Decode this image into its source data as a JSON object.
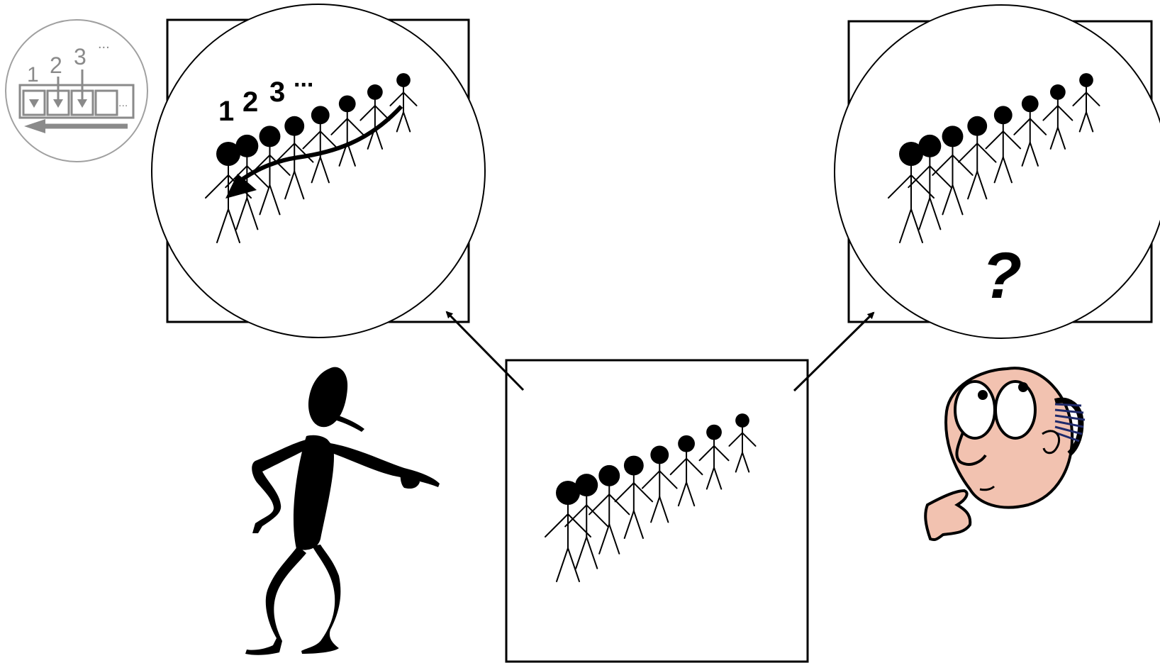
{
  "icon": {
    "name": "counting-queue-icon",
    "labels": [
      "1",
      "2",
      "3"
    ],
    "ellipsis": "...",
    "color": "#8a8a8a"
  },
  "left_bubble": {
    "labels": [
      "1",
      "2",
      "3"
    ],
    "ellipsis": "...",
    "people": 8
  },
  "right_bubble": {
    "question": "?",
    "people": 8
  },
  "center_panel": {
    "people": 8
  },
  "colors": {
    "ink": "#000000",
    "face_skin": "#f2c2b0",
    "hair": "#1f2a6b"
  }
}
